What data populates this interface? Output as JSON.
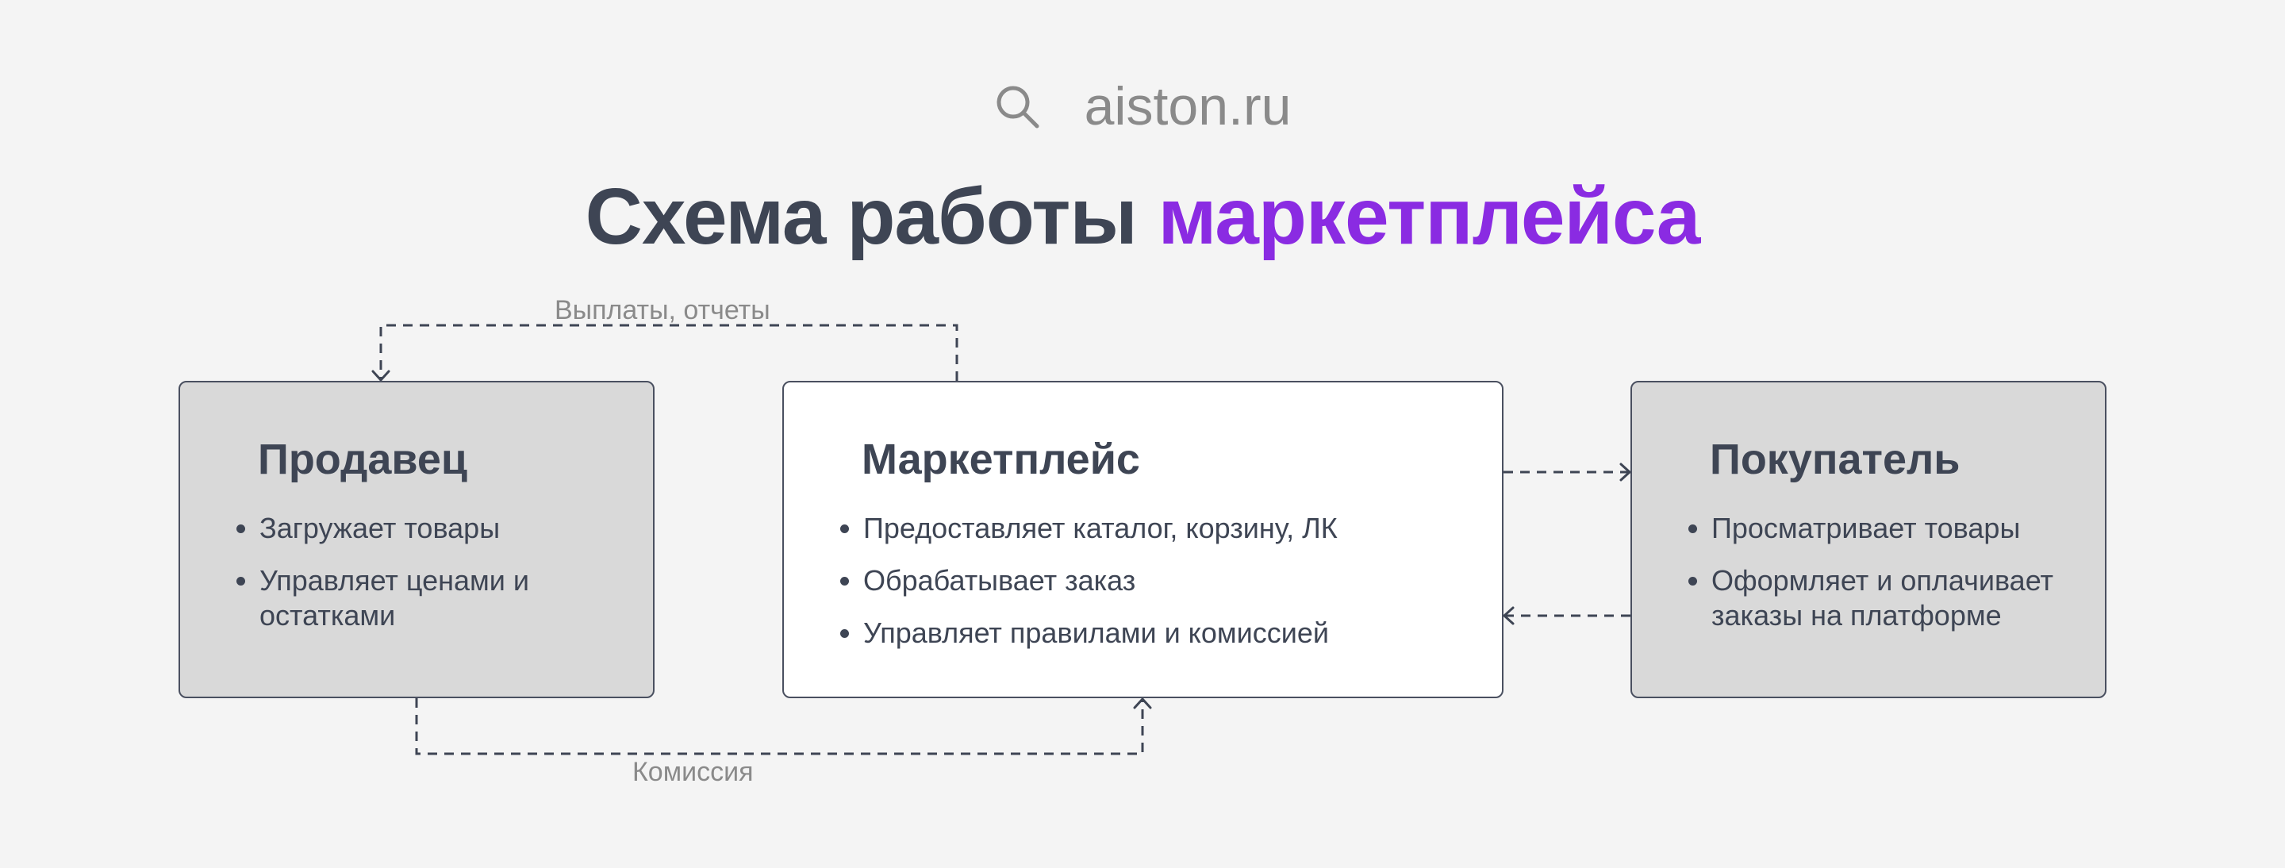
{
  "header": {
    "site": "aiston.ru",
    "icon": "search-icon",
    "title_main": "Схема работы ",
    "title_accent": "маркетплейса",
    "accent_color": "#8a2be2",
    "text_color": "#3e4554"
  },
  "nodes": {
    "seller": {
      "title": "Продавец",
      "items": [
        "Загружает товары",
        "Управляет ценами и остатками"
      ]
    },
    "marketplace": {
      "title": "Маркетплейс",
      "items": [
        "Предоставляет каталог,  корзину, ЛК",
        "Обрабатывает заказ",
        "Управляет правилами и комиссией"
      ]
    },
    "buyer": {
      "title": "Покупатель",
      "items": [
        "Просматривает товары",
        "Оформляет и оплачивает заказы на платформе"
      ]
    }
  },
  "flows": {
    "payouts_label": "Выплаты, отчеты",
    "commission_label": "Комиссия"
  }
}
